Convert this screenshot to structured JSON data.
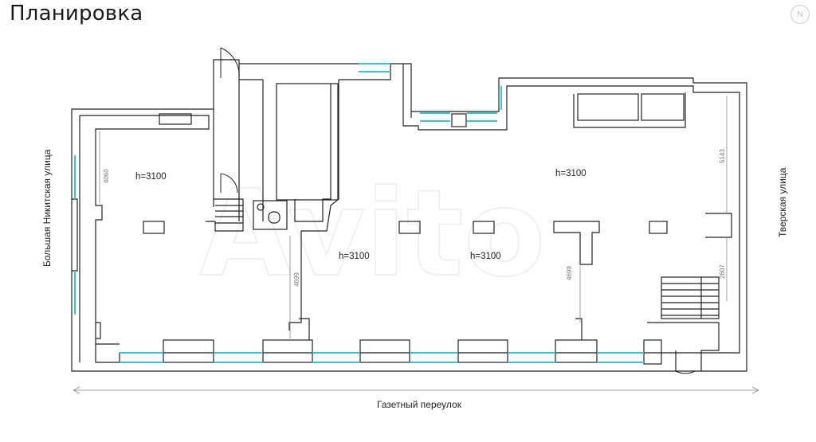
{
  "title": "Планировка",
  "logo_glyph": "N",
  "watermark": "Avito",
  "streets": {
    "left": "Большая Никитская улица",
    "right": "Тверская улица",
    "bottom": "Газетный переулок"
  },
  "rooms": [
    {
      "label": "h=3100"
    },
    {
      "label": "h=3100"
    },
    {
      "label": "h=3100"
    },
    {
      "label": "h=3100"
    }
  ],
  "dimensions": [
    {
      "label": "4060"
    },
    {
      "label": "5143"
    },
    {
      "label": "4699"
    },
    {
      "label": "4699"
    },
    {
      "label": "2607"
    }
  ],
  "colors": {
    "wall": "#222222",
    "window": "#3ec3d0",
    "background": "#ffffff"
  }
}
